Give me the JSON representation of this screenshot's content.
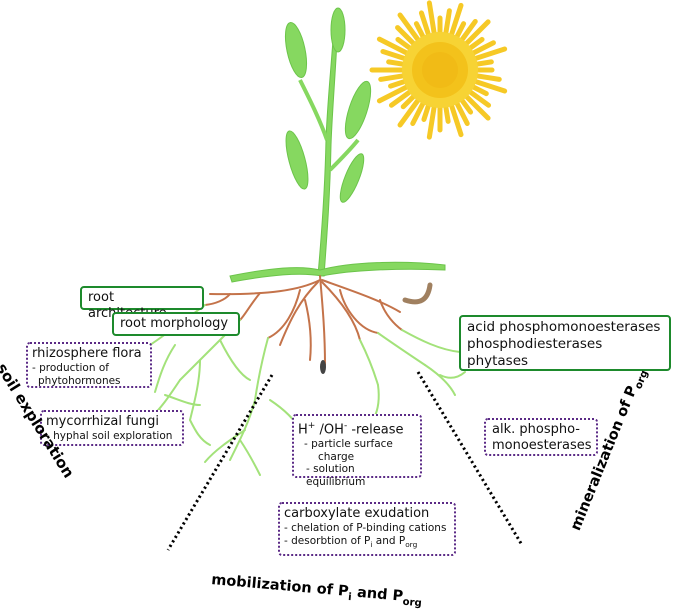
{
  "boxes": {
    "root_architecture": "root architecture",
    "root_morphology": "root morphology",
    "rhizosphere": {
      "title": "rhizosphere flora",
      "line1": "- production of",
      "line2": "phytohormones"
    },
    "mycorrhizal": {
      "title": "mycorrhizal fungi",
      "line1": "- hyphal soil exploration"
    },
    "release": {
      "h": "H",
      "plus": "+",
      "oh": " /OH",
      "minus": "-",
      "rest": " -release",
      "line1": "-  particle surface",
      "line2": "charge",
      "line3": "- solution equilibrium"
    },
    "carboxylate": {
      "title": "carboxylate exudation",
      "line1": "- chelation of P-binding cations",
      "line2_a": "- desorbtion of P",
      "line2_sub1": "i",
      "line2_b": " and P",
      "line2_sub2": "org"
    },
    "acid": {
      "line1": "acid phosphomonoesterases",
      "line2": "phosphodiesterases",
      "line3": "phytases"
    },
    "alk": {
      "line1": "alk. phospho-",
      "line2": "monoesterases"
    }
  },
  "labels": {
    "soil_exploration": "soil exploration",
    "mobilization_a": "mobilization of P",
    "mobilization_sub1": "i",
    "mobilization_b": " and P",
    "mobilization_sub2": "org",
    "mineralization_a": "mineralization of P",
    "mineralization_sub": "org"
  },
  "colors": {
    "plant_green": "#7ed957",
    "root_brown": "#c4734a",
    "sun_yellow": "#f7d334",
    "box_green": "#1d8a2c",
    "box_purple": "#5b2a86"
  }
}
